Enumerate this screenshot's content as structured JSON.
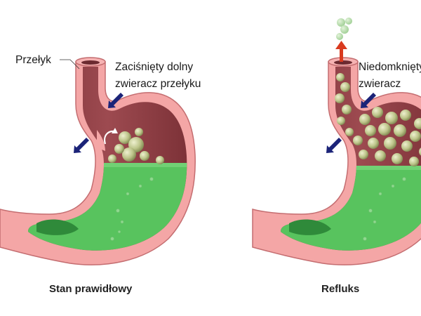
{
  "diagram": {
    "left_panel": {
      "caption": "Stan prawidłowy",
      "label_esophagus": "Przełyk",
      "label_sphincter_line1": "Zaciśnięty dolny",
      "label_sphincter_line2": "zwieracz przełyku"
    },
    "right_panel": {
      "caption": "Refluks",
      "label_sphincter_line1": "Niedomknięty",
      "label_sphincter_line2": "zwieracz"
    },
    "colors": {
      "stomach_wall": "#f4a6a6",
      "wall_outline": "#c46d70",
      "lumen_dark": "#8f3f45",
      "acid": "#58c35e",
      "arrow_pressure": "#1b2378",
      "arrow_reflux": "#d93a1f",
      "bubble": "#c8cf9f"
    }
  }
}
